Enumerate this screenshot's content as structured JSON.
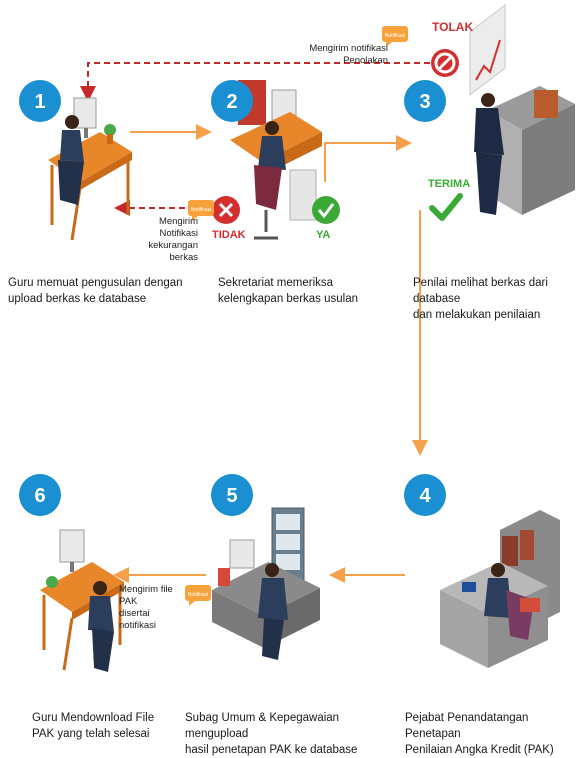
{
  "steps": [
    {
      "number": "1",
      "caption": "Guru memuat pengusulan dengan\nupload berkas ke database"
    },
    {
      "number": "2",
      "caption": "Sekretariat memeriksa\nkelengkapan berkas usulan"
    },
    {
      "number": "3",
      "caption": "Penilai melihat berkas dari database\ndan melakukan penilaian"
    },
    {
      "number": "4",
      "caption": "Pejabat Penandatangan Penetapan\nPenilaian Angka Kredit (PAK)"
    },
    {
      "number": "5",
      "caption": "Subag Umum & Kepegawaian mengupload\nhasil penetapan PAK ke database"
    },
    {
      "number": "6",
      "caption": "Guru Mendownload File\nPAK yang telah selesai"
    }
  ],
  "notes": {
    "rejection": "Mengirim notifikasi Penolakan",
    "incomplete": "Mengirim Notifikasi\nkekurangan berkas",
    "pak_file": "Mengirim file PAK\ndisertai notifikasi"
  },
  "status": {
    "tolak": "TOLAK",
    "terima": "TERIMA",
    "tidak": "TIDAK",
    "ya": "YA"
  },
  "badge_label": "Notifikasi",
  "colors": {
    "step_circle": "#1a8fd1",
    "flow_arrow": "#f5a04a",
    "notification_arrow": "#c62828",
    "reject_red": "#d32f2f",
    "accept_green": "#3aa935",
    "badge_orange": "#f7a23b"
  }
}
